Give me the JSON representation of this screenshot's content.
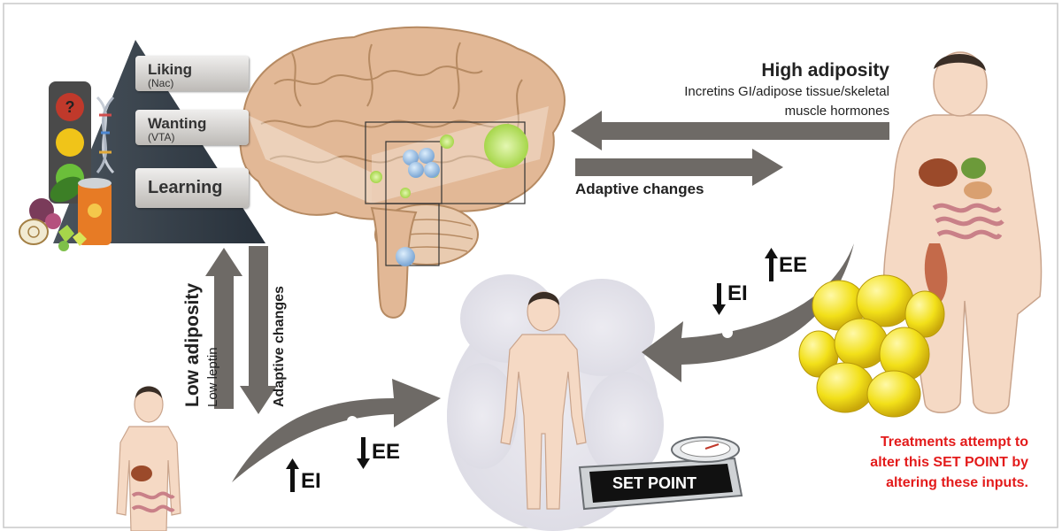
{
  "pyramid": {
    "liking": {
      "label": "Liking",
      "sub": "(Nac)"
    },
    "wanting": {
      "label": "Wanting",
      "sub": "(VTA)"
    },
    "learning": {
      "label": "Learning"
    }
  },
  "high_adiposity": {
    "title": "High adiposity",
    "line1": "Incretins GI/adipose tissue/skeletal",
    "line2": "muscle hormones"
  },
  "adaptive_changes_horizontal": "Adaptive changes",
  "low_adiposity": {
    "title": "Low adiposity",
    "sub": "Low leptin"
  },
  "adaptive_changes_vertical": "Adaptive changes",
  "energy_labels": {
    "ee_upper": "EE",
    "ei_upper": "EI",
    "ee_lower": "EE",
    "ei_lower": "EI"
  },
  "scale_label": "SET POINT",
  "treatment_note": {
    "line1": "Treatments attempt to",
    "line2": "alter this SET POINT by",
    "line3": "altering these inputs."
  },
  "colors": {
    "arrow": "#6e6a66",
    "accent_red": "#e31b1b",
    "skin": "#f5d9c4",
    "brain": "#e2b896",
    "fat_cell": "#f2e019",
    "neuron_blue": "#9ec3e6",
    "neuron_green": "#b8e06a"
  }
}
